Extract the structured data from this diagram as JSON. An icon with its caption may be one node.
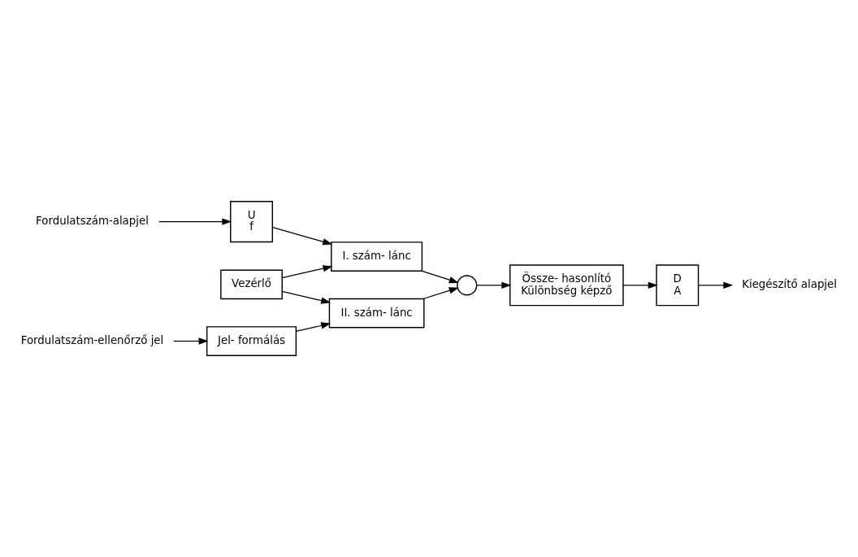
{
  "diagram": {
    "nodes": [
      {
        "text": [
          "Fordulatszám-alapjel"
        ]
      },
      {
        "text": [
          "U",
          "f"
        ]
      },
      {
        "text": [
          "Vezérlő"
        ]
      },
      {
        "text": [
          "I. szám- lánc"
        ]
      },
      {
        "text": [
          "II. szám- lánc"
        ]
      },
      {
        "text": [],
        "shape": "circle"
      },
      {
        "text": [
          "Össze- hasonlító",
          "Különbség képző"
        ]
      },
      {
        "text": [
          "D",
          "A"
        ]
      },
      {
        "text": [
          "Kiegészítő alapjel"
        ]
      },
      {
        "text": [
          "Jel- formálás"
        ]
      },
      {
        "text": [
          "Fordulatszám-ellenőrző jel"
        ]
      }
    ],
    "edges": [
      {
        "from": 0,
        "to": 1,
        "arrow": "to"
      },
      {
        "from": 1,
        "to": 3,
        "arrow": "to"
      },
      {
        "from": 2,
        "to": 3,
        "arrow": "to"
      },
      {
        "from": 2,
        "to": 4,
        "arrow": "to"
      },
      {
        "from": 3,
        "to": 5,
        "arrow": "to"
      },
      {
        "from": 4,
        "to": 5,
        "arrow": "to"
      },
      {
        "from": 5,
        "to": 6,
        "arrow": "to"
      },
      {
        "from": 6,
        "to": 7,
        "arrow": "to"
      },
      {
        "from": 7,
        "to": 8,
        "arrow": "to"
      },
      {
        "from": 9,
        "to": 4,
        "arrow": "to"
      },
      {
        "from": 10,
        "to": 9,
        "arrow": "to"
      }
    ]
  }
}
